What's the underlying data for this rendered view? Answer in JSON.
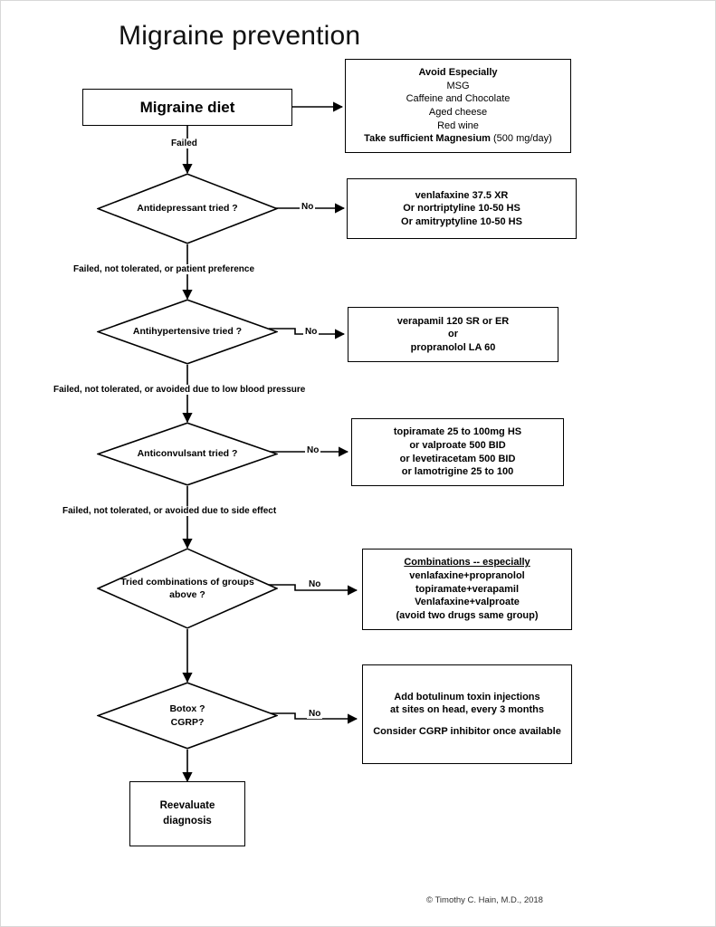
{
  "page": {
    "title": "Migraine prevention",
    "copyright": "© Timothy C. Hain, M.D.,  2018",
    "background": "#ffffff",
    "line_color": "#000000"
  },
  "flow": {
    "start": {
      "label": "Migraine diet"
    },
    "decisions": [
      {
        "id": "antidepressant",
        "text": "Antidepressant tried ?"
      },
      {
        "id": "antihypertensive",
        "text": "Antihypertensive tried ?"
      },
      {
        "id": "anticonvulsant",
        "text": "Anticonvulsant tried ?"
      },
      {
        "id": "combinations",
        "line1": "Tried combinations of groups",
        "line2": "above ?"
      },
      {
        "id": "botox",
        "line1": "Botox ?",
        "line2": "CGRP?"
      }
    ],
    "end": {
      "line1": "Reevaluate",
      "line2": "diagnosis"
    },
    "vertical_labels": [
      {
        "id": "after-diet",
        "text": "Failed"
      },
      {
        "id": "after-antidepressant",
        "text": "Failed, not tolerated, or patient preference"
      },
      {
        "id": "after-antihypertensive",
        "text": "Failed, not tolerated, or avoided due to low blood pressure"
      },
      {
        "id": "after-anticonvulsant",
        "text": "Failed, not tolerated, or avoided due to side effect"
      }
    ],
    "branch_labels": [
      {
        "id": "no-antidepressant",
        "text": "No"
      },
      {
        "id": "no-antihypertensive",
        "text": "No"
      },
      {
        "id": "no-anticonvulsant",
        "text": "No"
      },
      {
        "id": "no-combinations",
        "text": "No"
      },
      {
        "id": "no-botox",
        "text": "No"
      }
    ]
  },
  "panels": [
    {
      "id": "diet-advice",
      "lines": [
        {
          "text": "Avoid Especially",
          "bold": true
        },
        {
          "text": "MSG",
          "bold": false
        },
        {
          "text": "Caffeine and Chocolate",
          "bold": false
        },
        {
          "text": "Aged cheese",
          "bold": false
        },
        {
          "text": "Red wine",
          "bold": false
        },
        {
          "text": "Take sufficient Magnesium",
          "bold": true,
          "suffix": " (500 mg/day)"
        }
      ]
    },
    {
      "id": "antidepressant-drugs",
      "lines": [
        {
          "text": "venlafaxine 37.5 XR",
          "bold": true
        },
        {
          "text": "Or nortriptyline 10-50 HS",
          "bold": true
        },
        {
          "text": "Or amitryptyline 10-50 HS",
          "bold": true
        }
      ]
    },
    {
      "id": "antihypertensive-drugs",
      "lines": [
        {
          "text": "verapamil 120 SR or ER",
          "bold": true
        },
        {
          "text": "or",
          "bold": true
        },
        {
          "text": "propranolol LA 60",
          "bold": true
        }
      ]
    },
    {
      "id": "anticonvulsant-drugs",
      "lines": [
        {
          "text": "topiramate 25 to 100mg HS",
          "bold": true
        },
        {
          "text": "or valproate 500 BID",
          "bold": true
        },
        {
          "text": "or levetiracetam 500 BID",
          "bold": true
        },
        {
          "text": "or lamotrigine 25 to 100",
          "bold": true
        }
      ]
    },
    {
      "id": "combination-drugs",
      "lines": [
        {
          "text": "Combinations -- especially",
          "bold": true,
          "underline": true
        },
        {
          "text": "venlafaxine+propranolol",
          "bold": true
        },
        {
          "text": "topiramate+verapamil",
          "bold": true
        },
        {
          "text": "Venlafaxine+valproate",
          "bold": true
        },
        {
          "text": "(avoid two drugs same group)",
          "bold": true
        }
      ]
    },
    {
      "id": "botox-treatment",
      "lines": [
        {
          "text": "Add botulinum toxin injections",
          "bold": true
        },
        {
          "text": "at sites on head, every 3 months",
          "bold": true
        },
        {
          "text": "",
          "bold": false,
          "blank": true
        },
        {
          "text": "Consider CGRP inhibitor once available",
          "bold": true
        }
      ]
    }
  ]
}
